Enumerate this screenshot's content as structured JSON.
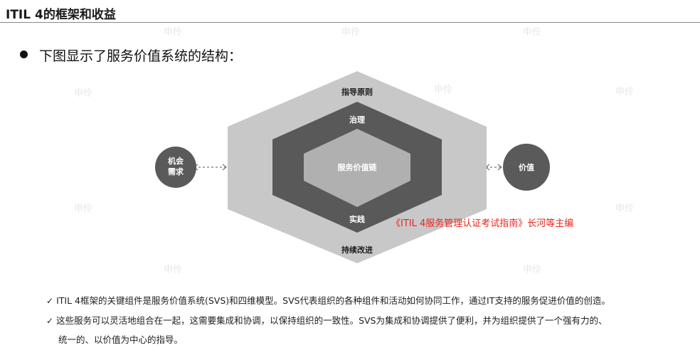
{
  "header": {
    "title": "ITIL 4的框架和收益"
  },
  "watermark": "申伶",
  "bullet": {
    "text": "下图显示了服务价值系统的结构："
  },
  "diagram": {
    "left_circle": {
      "line1": "机会",
      "line2": "需求"
    },
    "right_circle": {
      "label": "价值"
    },
    "guiding_principles": "指导原则",
    "governance": "治理",
    "value_chain": "服务价值链",
    "practices": "实践",
    "continual_improvement": "持续改进",
    "colors": {
      "outer_hex": "#c8c8c8",
      "middle_band": "#595959",
      "inner_hex": "#b0b0b0",
      "circle": "#5a5a5a",
      "band_text": "#ffffff",
      "outer_text": "#1c1c1c"
    }
  },
  "source_note": "《ITIL 4服务管理认证考试指南》长河等主编",
  "checks": [
    {
      "text": "ITIL 4框架的关键组件是服务价值系统(SVS)和四维模型。SVS代表组织的各种组件和活动如何协同工作，通过IT支持的服务促进价值的创造。"
    },
    {
      "text": "这些服务可以灵活地组合在一起，这需要集成和协调，以保持组织的一致性。SVS为集成和协调提供了便利，并为组织提供了一个强有力的、",
      "continuation": "统一的、以价值为中心的指导。"
    }
  ],
  "icons": {
    "check": "check-icon",
    "bullet": "bullet-dot-icon"
  }
}
